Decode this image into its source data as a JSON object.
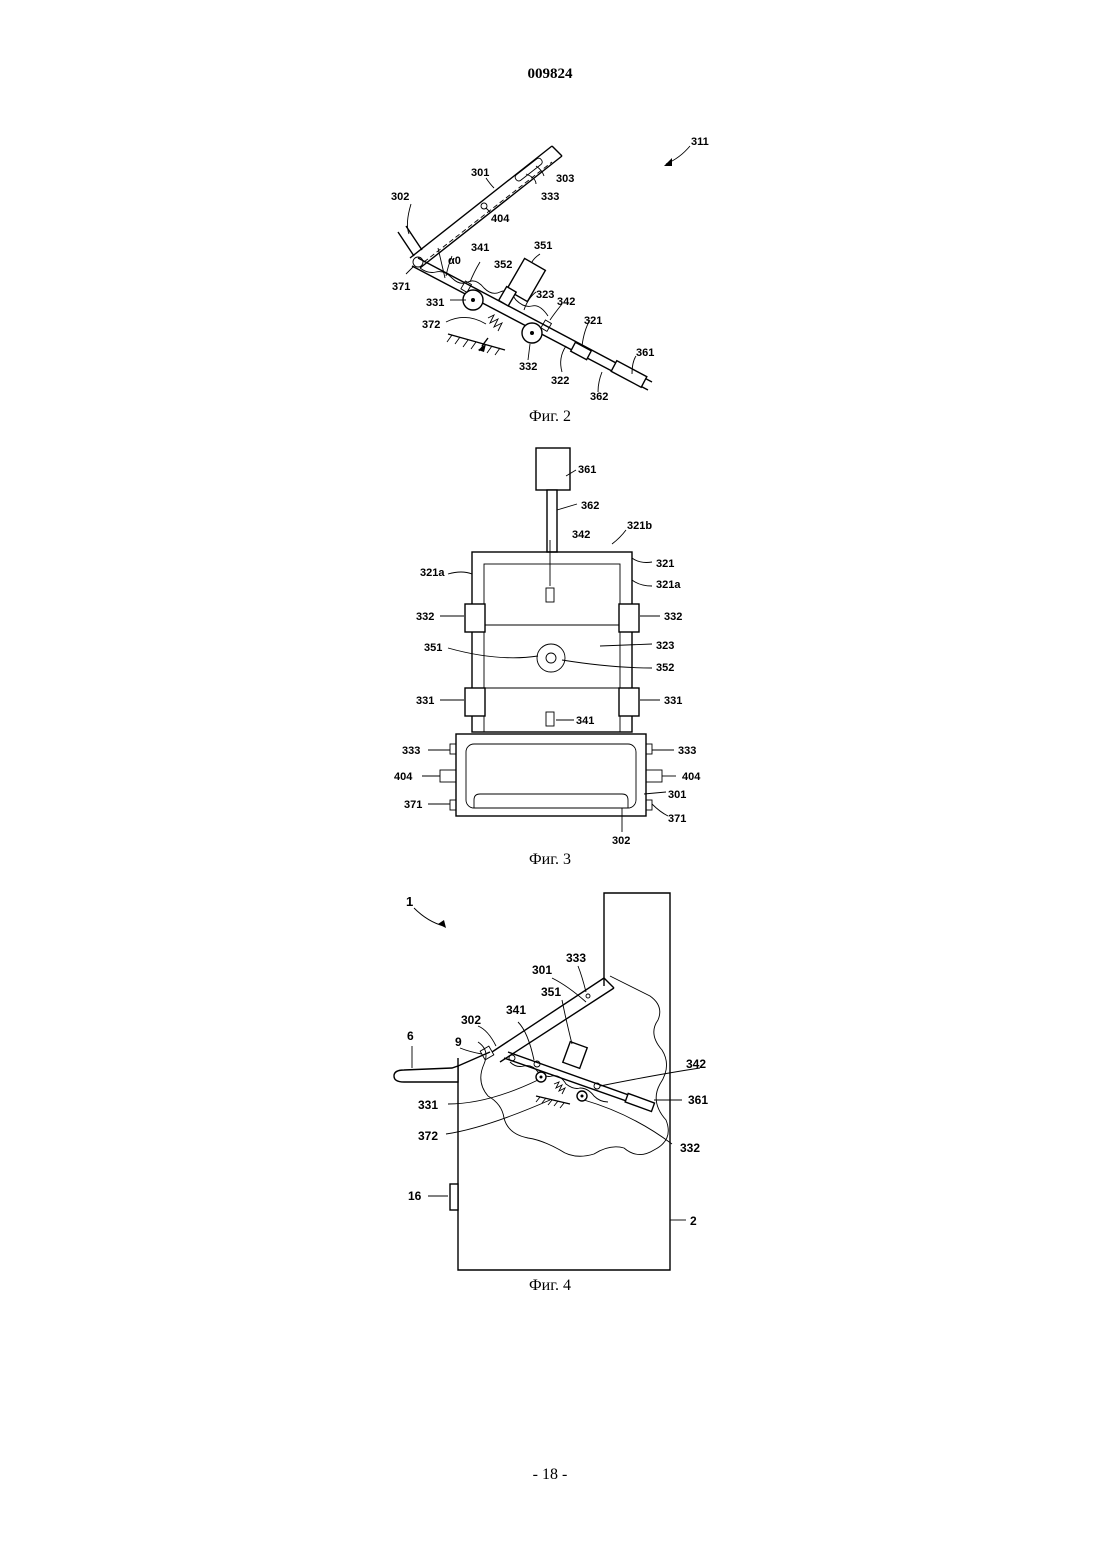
{
  "document": {
    "header_number": "009824",
    "page_number": "- 18 -"
  },
  "figures": [
    {
      "caption": "Фиг. 2",
      "labels": [
        "311",
        "301",
        "303",
        "333",
        "302",
        "404",
        "351",
        "341",
        "α0",
        "352",
        "371",
        "331",
        "323",
        "342",
        "372",
        "321",
        "361",
        "332",
        "322",
        "362"
      ]
    },
    {
      "caption": "Фиг. 3",
      "labels": [
        "361",
        "362",
        "321b",
        "342",
        "321",
        "321a",
        "321a",
        "332",
        "332",
        "323",
        "351",
        "352",
        "331",
        "331",
        "341",
        "333",
        "333",
        "404",
        "404",
        "301",
        "371",
        "371",
        "302"
      ]
    },
    {
      "caption": "Фиг. 4",
      "labels": [
        "1",
        "333",
        "301",
        "351",
        "302",
        "341",
        "6",
        "9",
        "342",
        "361",
        "331",
        "372",
        "332",
        "16",
        "2"
      ]
    }
  ]
}
